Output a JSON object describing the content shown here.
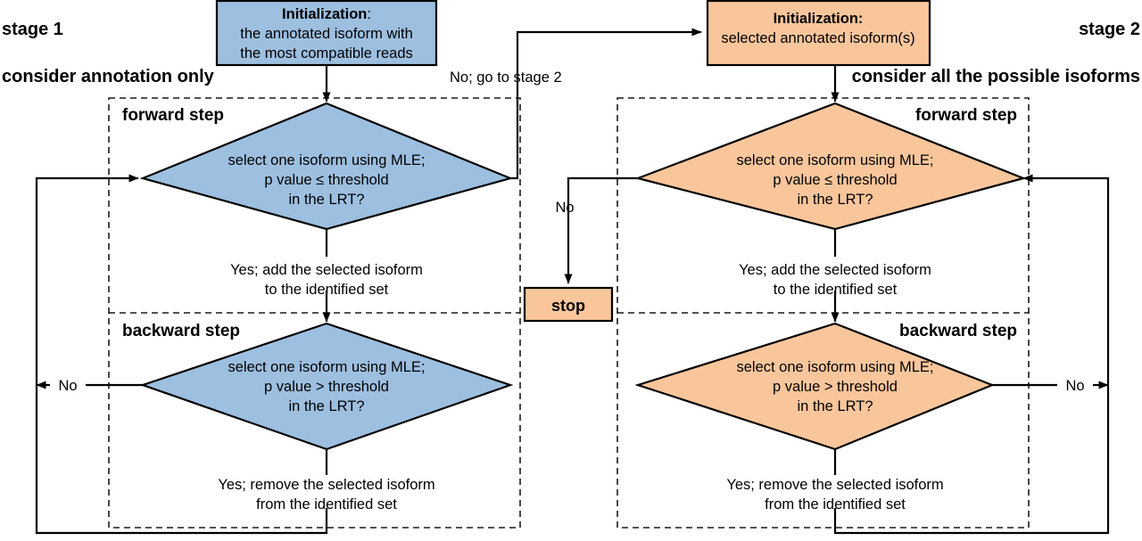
{
  "diagram": {
    "title": "Two-stage stepwise isoform selection flowchart",
    "colors": {
      "stage1_fill": "#9DBFE0",
      "stage1_text": "#4A90E2",
      "stage2_fill": "#F9C69C",
      "stage2_text": "#F5923E",
      "stroke": "#000000",
      "dashed": "#1a1a1a",
      "background": "#ffffff"
    },
    "stage1": {
      "stage_label": "stage 1",
      "stage_subtitle": "consider annotation only",
      "init": {
        "line1": "Initialization",
        "line1_suffix": ":",
        "line2": "the annotated isoform with",
        "line3": "the most compatible reads"
      },
      "forward": {
        "section_label": "forward step",
        "decision_line1": "select one isoform using MLE;",
        "decision_line2": "p value ≤ threshold",
        "decision_line3": "in the LRT?",
        "yes_line1": "Yes; add the selected isoform",
        "yes_line2": "to the identified set"
      },
      "backward": {
        "section_label": "backward step",
        "decision_line1": "select one isoform using MLE;",
        "decision_line2": "p value > threshold",
        "decision_line3": "in the LRT?",
        "yes_line1": "Yes; remove the selected isoform",
        "yes_line2": "from the identified set",
        "no_label": "No"
      }
    },
    "stage2": {
      "stage_label": "stage 2",
      "stage_subtitle": "consider all the possible isoforms",
      "init": {
        "line1": "Initialization:",
        "line2": "selected annotated isoform(s)"
      },
      "forward": {
        "section_label": "forward step",
        "decision_line1": "select one isoform using MLE;",
        "decision_line2": "p value ≤ threshold",
        "decision_line3": "in the LRT?",
        "yes_line1": "Yes; add the selected isoform",
        "yes_line2": "to the identified set"
      },
      "backward": {
        "section_label": "backward step",
        "decision_line1": "select one isoform using MLE;",
        "decision_line2": "p value > threshold",
        "decision_line3": "in the LRT?",
        "yes_line1": "Yes; remove the selected isoform",
        "yes_line2": "from the identified set",
        "no_label": "No"
      }
    },
    "edges": {
      "stage1_forward_no": "No; go to stage 2",
      "stage2_forward_no": "No"
    },
    "terminal": {
      "stop_label": "stop"
    }
  }
}
